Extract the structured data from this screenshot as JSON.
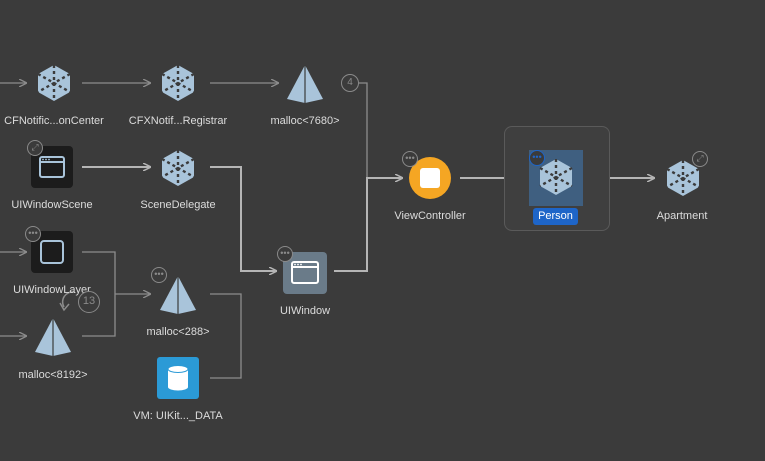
{
  "nodes": {
    "cfnotificationcenter": {
      "label": "CFNotific...onCenter",
      "icon": "cube-icon"
    },
    "cfxnotifregistrar": {
      "label": "CFXNotif...Registrar",
      "icon": "cube-icon"
    },
    "malloc7680": {
      "label": "malloc<7680>",
      "icon": "pyramid-icon"
    },
    "malloc7680_count": "4",
    "uiwindowscene": {
      "label": "UIWindowScene",
      "icon": "window-icon"
    },
    "scenedelegate": {
      "label": "SceneDelegate",
      "icon": "cube-icon"
    },
    "uiwindowlayer": {
      "label": "UIWindowLayer",
      "icon": "square-icon"
    },
    "malloc288": {
      "label": "malloc<288>",
      "icon": "pyramid-icon"
    },
    "malloc8192": {
      "label": "malloc<8192>",
      "icon": "pyramid-icon"
    },
    "malloc8192_cycle_count": "13",
    "vmuikitdata": {
      "label": "VM: UIKit..._DATA",
      "icon": "database-icon"
    },
    "uiwindow": {
      "label": "UIWindow",
      "icon": "window-icon"
    },
    "viewcontroller": {
      "label": "ViewController",
      "icon": "viewcontroller-icon"
    },
    "person": {
      "label": "Person",
      "icon": "cube-icon",
      "selected": true
    },
    "apartment": {
      "label": "Apartment",
      "icon": "cube-icon"
    }
  },
  "colors": {
    "background": "#3b3b3b",
    "edge": "#b5b5b5",
    "node_icon": "#a9c4da",
    "selection": "#1e65c8",
    "viewcontroller": "#f5a623",
    "vm_region": "#2b9ad6"
  }
}
